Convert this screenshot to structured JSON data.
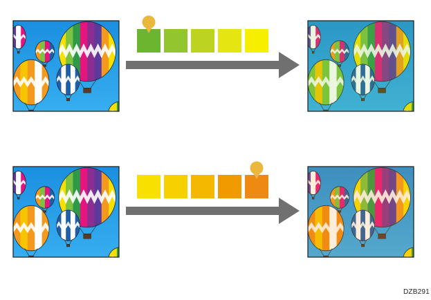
{
  "figure_code": "DZB291",
  "colors": {
    "sky_top": "#1b8fe0",
    "sky_bottom": "#36aef0",
    "arrow": "#707070",
    "marker": "#e9b83d"
  },
  "rows": [
    {
      "name": "green-shift",
      "swatches": [
        "#6bb52f",
        "#93c52e",
        "#bcd31f",
        "#e4e511",
        "#f7ef00"
      ],
      "selected_index": 0,
      "tint": "#7cc43a"
    },
    {
      "name": "orange-shift",
      "swatches": [
        "#f8e100",
        "#f7d000",
        "#f5b800",
        "#f09a00",
        "#ee8a12"
      ],
      "selected_index": 4,
      "tint": "#f08c14"
    }
  ]
}
